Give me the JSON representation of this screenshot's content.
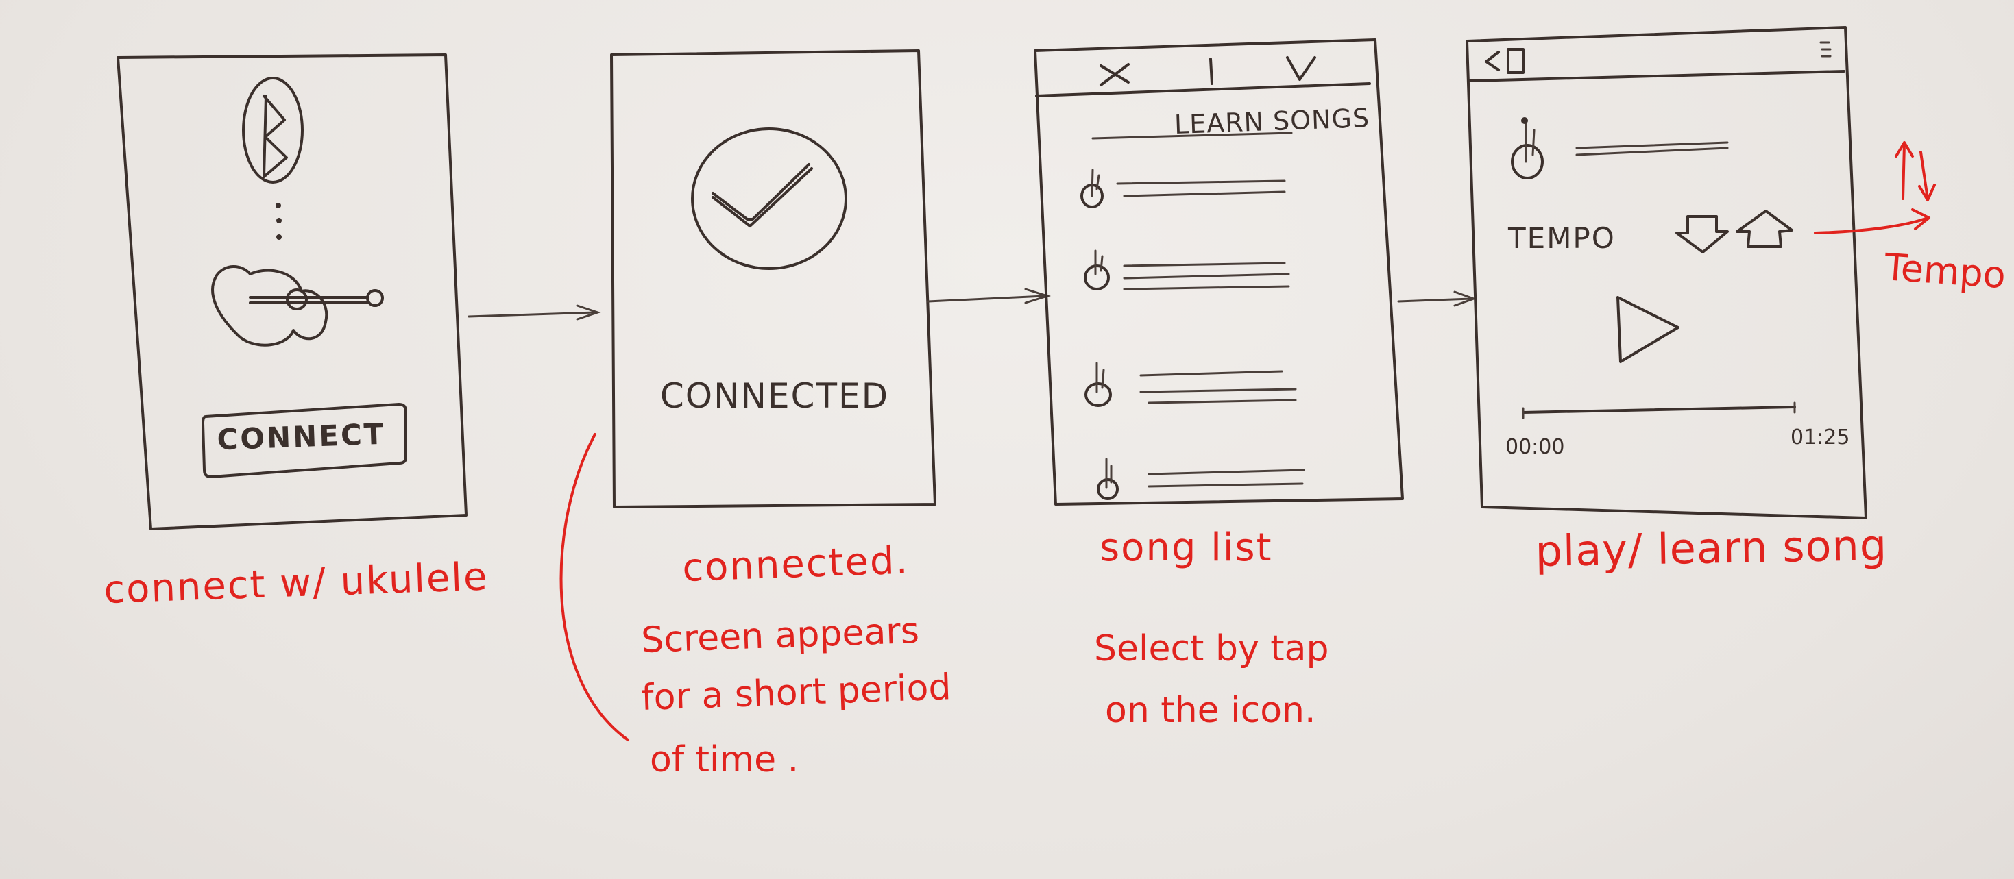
{
  "screens": {
    "connect": {
      "button_label": "CONNECT",
      "caption": "connect w/ ukulele"
    },
    "connected": {
      "status_text": "CONNECTED",
      "caption": "connected.",
      "note_lines": [
        "Screen appears",
        "for a short period",
        "of time ."
      ]
    },
    "song_list": {
      "header_title": "LEARN SONGS",
      "caption": "song list",
      "note_lines": [
        "Select by tap",
        "on the icon."
      ]
    },
    "play": {
      "tempo_label": "TEMPO",
      "time_start": "00:00",
      "time_end": "01:25",
      "caption": "play/ learn song",
      "tempo_note": "Tempo"
    }
  },
  "colors": {
    "ink": "#3b302c",
    "annotation_red": "#e1231e",
    "paper": "#ebe7e4"
  }
}
